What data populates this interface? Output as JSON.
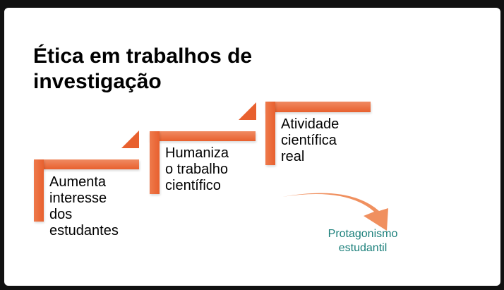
{
  "slide": {
    "title_lines": [
      "Ética em trabalhos de",
      "investigação"
    ],
    "steps": [
      {
        "lines": [
          "Aumenta",
          "interesse",
          "dos",
          "estudantes"
        ]
      },
      {
        "lines": [
          "Humaniza",
          "o trabalho",
          "científico"
        ]
      },
      {
        "lines": [
          "Atividade",
          "científica",
          "real"
        ]
      }
    ],
    "outcome_lines": [
      "Protagonismo",
      "estudantil"
    ],
    "colors": {
      "accent": "#e8602e",
      "arrow": "#f0905f",
      "outcome_text": "#1a7f7a"
    }
  }
}
